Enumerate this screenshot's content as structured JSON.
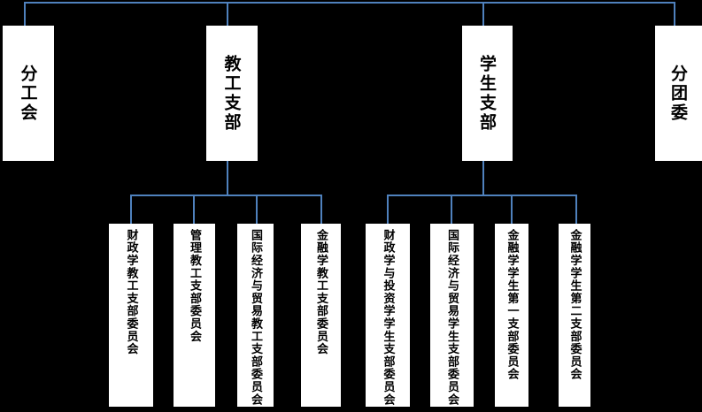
{
  "diagram": {
    "type": "org-chart",
    "background_color": "#000000",
    "connector_color": "#4f81bd",
    "node_fill_color": "#ffffff",
    "node_text_color": "#000000",
    "level1": [
      {
        "label": "分工会"
      },
      {
        "label": "教工支部"
      },
      {
        "label": "学生支部"
      },
      {
        "label": "分团委"
      }
    ],
    "jiaogong_children": [
      {
        "label": "财政学教工支部委员会"
      },
      {
        "label": "管理教工支部委员会"
      },
      {
        "label": "国际经济与贸易教工支部委员会"
      },
      {
        "label": "金融学教工支部委员会"
      }
    ],
    "xuesheng_children": [
      {
        "label": "财政学与投资学学生支部委员会"
      },
      {
        "label": "国际经济与贸易学生支部委员会"
      },
      {
        "label": "金融学学生第一支部委员会"
      },
      {
        "label": "金融学学生第二支部委员会"
      }
    ]
  }
}
